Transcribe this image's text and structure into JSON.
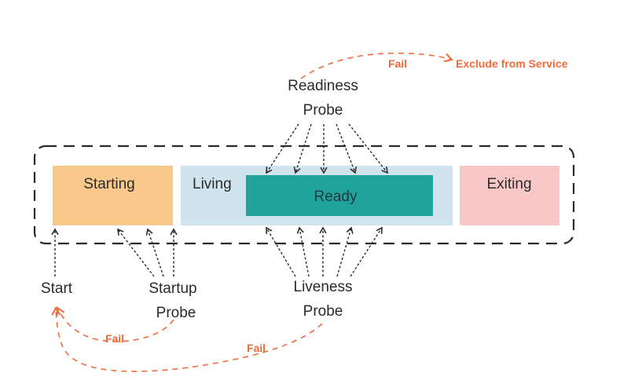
{
  "colors": {
    "text": "#2b2b2b",
    "fail_orange": "#f26b3a",
    "starting_fill": "#f9c98c",
    "living_fill": "#cfe4ec",
    "ready_fill": "#22a39a",
    "exiting_fill": "#f7c8c7",
    "container_stroke": "#2b2b2b"
  },
  "phases": {
    "starting": "Starting",
    "living": "Living",
    "ready": "Ready",
    "exiting": "Exiting"
  },
  "probes": {
    "readiness_line1": "Readiness",
    "readiness_line2": "Probe",
    "liveness_line1": "Liveness",
    "liveness_line2": "Probe",
    "startup_line1": "Startup",
    "startup_line2": "Probe"
  },
  "start_label": "Start",
  "fail_labels": {
    "readiness_fail": "Fail",
    "exclude_from_service": "Exclude from Service",
    "startup_fail": "Fail",
    "liveness_fail": "Fail"
  }
}
